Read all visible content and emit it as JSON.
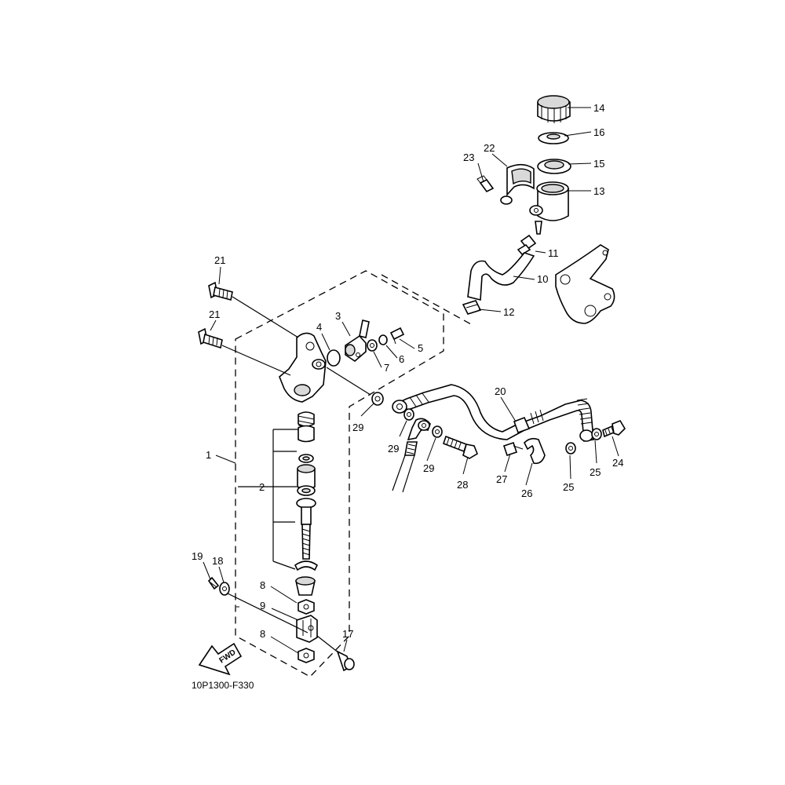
{
  "figure_code": "10P1300-F330",
  "fwd_label": "FWD",
  "callouts": {
    "c1": "1",
    "c2": "2",
    "c3": "3",
    "c4": "4",
    "c5": "5",
    "c6": "6",
    "c7": "7",
    "c8a": "8",
    "c8b": "8",
    "c9": "9",
    "c10": "10",
    "c11": "11",
    "c12": "12",
    "c13": "13",
    "c14": "14",
    "c15": "15",
    "c16": "16",
    "c17": "17",
    "c18": "18",
    "c19": "19",
    "c20": "20",
    "c21a": "21",
    "c21b": "21",
    "c22": "22",
    "c23": "23",
    "c24": "24",
    "c25a": "25",
    "c25b": "25",
    "c26": "26",
    "c27": "27",
    "c28": "28",
    "c29a": "29",
    "c29b": "29",
    "c29c": "29"
  }
}
